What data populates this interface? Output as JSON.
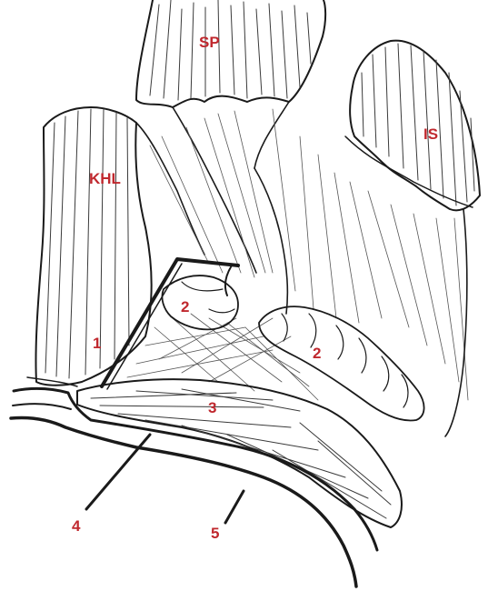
{
  "labels": {
    "sp": "SP",
    "is": "IS",
    "khl": "KHL",
    "l1": "1",
    "l2a": "2",
    "l2b": "2",
    "l3": "3",
    "l4": "4",
    "l5": "5"
  },
  "colors": {
    "label": "#c0282e",
    "ink": "#1a1a1a",
    "background": "#ffffff"
  }
}
